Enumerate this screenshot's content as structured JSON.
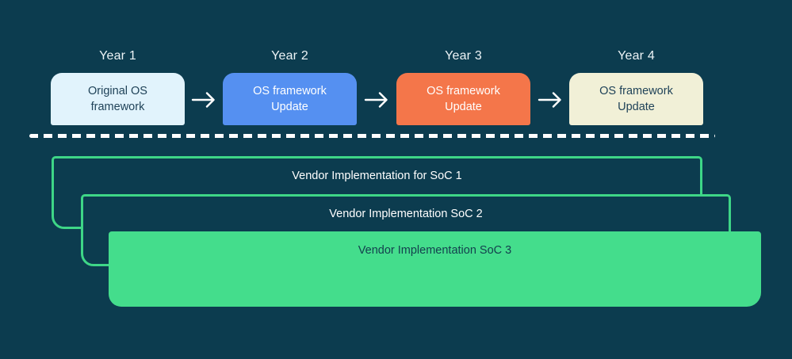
{
  "timeline": {
    "years": [
      {
        "label": "Year 1",
        "box_line1": "Original OS",
        "box_line2": "framework"
      },
      {
        "label": "Year 2",
        "box_line1": "OS framework",
        "box_line2": "Update"
      },
      {
        "label": "Year 3",
        "box_line1": "OS framework",
        "box_line2": "Update"
      },
      {
        "label": "Year 4",
        "box_line1": "OS framework",
        "box_line2": "Update"
      }
    ],
    "arrow_icon": "right-arrow"
  },
  "vendors": {
    "items": [
      {
        "label": "Vendor Implementation for SoC 1"
      },
      {
        "label": "Vendor Implementation SoC 2"
      },
      {
        "label": "Vendor Implementation SoC 3"
      }
    ]
  },
  "colors": {
    "background": "#0c3c4f",
    "year1_box_fill": "#e1f3fc",
    "year2_box_fill": "#5590f1",
    "year3_box_fill": "#f4764a",
    "year4_box_fill": "#f1f0d7",
    "dark_text": "#1f4258",
    "light_text": "#ffffff",
    "vendor_green_fill": "#44dd8c",
    "vendor_green_border": "#3ed687",
    "divider": "#ffffff"
  }
}
